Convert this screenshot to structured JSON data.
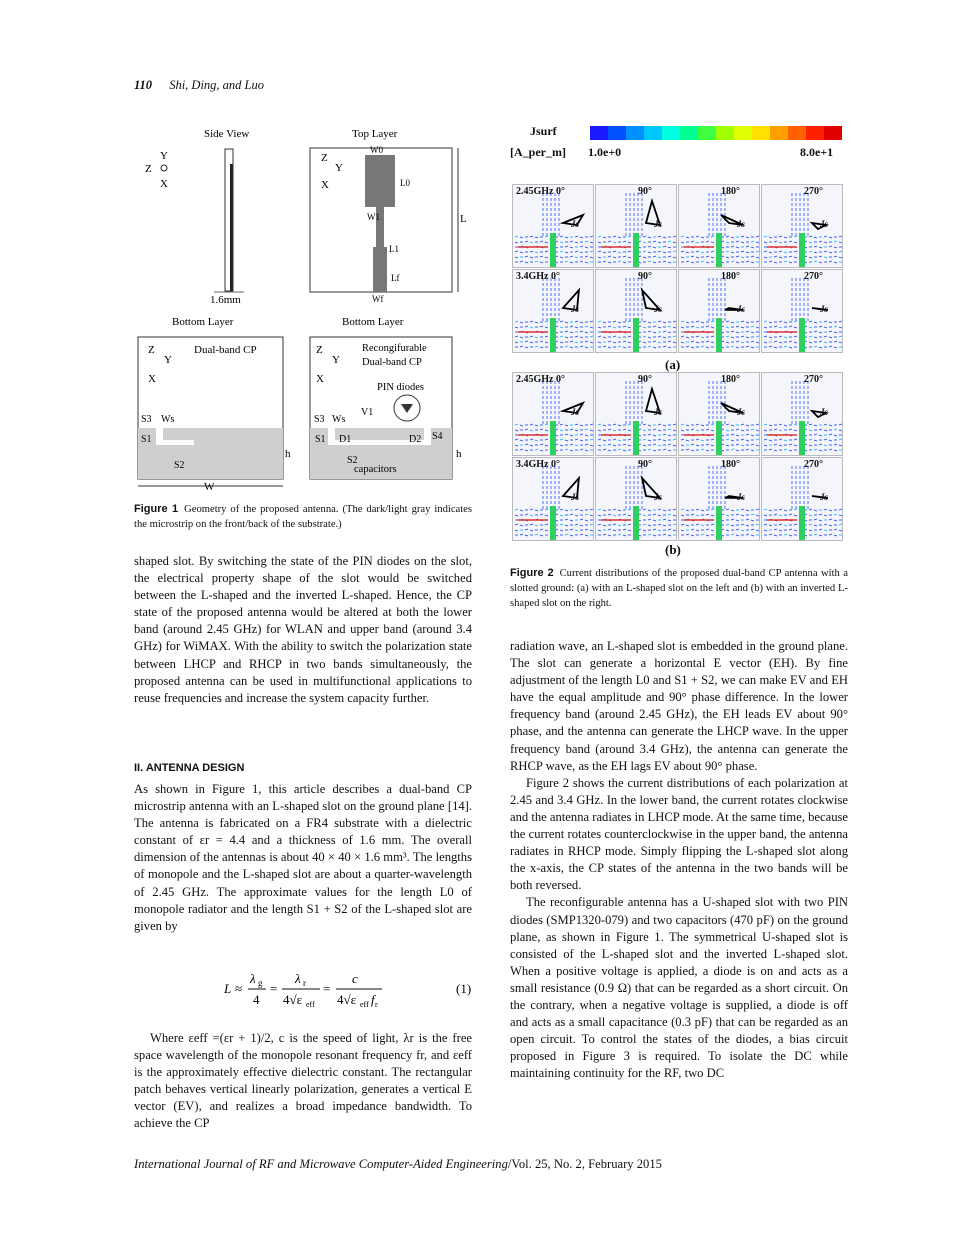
{
  "header": {
    "page_number": "110",
    "authors": "Shi, Ding, and Luo"
  },
  "figure1": {
    "labels": {
      "side_view": "Side View",
      "top_layer": "Top Layer",
      "bottom_layer_left": "Bottom Layer",
      "bottom_layer_right": "Bottom Layer",
      "dual_band_cp": "Dual-band CP",
      "reconf_line1": "Recongifurable",
      "reconf_line2": "Dual-band CP",
      "pin_diodes": "PIN diodes",
      "capacitors": "capacitors",
      "thickness": "1.6mm",
      "W0": "W0",
      "L0": "L0",
      "W1": "W1",
      "L1": "L1",
      "Lf": "Lf",
      "Wf": "Wf",
      "L": "L",
      "W": "W",
      "h": "h",
      "S1": "S1",
      "S2": "S2",
      "S3": "S3",
      "S4": "S4",
      "Ws": "Ws",
      "D1": "D1",
      "D2": "D2",
      "V1": "V1",
      "axis_z": "Z",
      "axis_y": "Y",
      "axis_x": "X"
    },
    "caption_label": "Figure 1",
    "caption_text": "Geometry of the proposed antenna. (The dark/light gray indicates the microstrip on the front/back of the substrate.)"
  },
  "figure2": {
    "colorbar": {
      "title": "Jsurf",
      "unit": "[A_per_m]",
      "min": "1.0e+0",
      "max": "8.0e+1",
      "colors": [
        "#1a1aff",
        "#0050ff",
        "#0090ff",
        "#00c8ff",
        "#00ffe0",
        "#00ff90",
        "#40ff40",
        "#a0ff00",
        "#e0ff00",
        "#ffe000",
        "#ffa000",
        "#ff6000",
        "#ff2000",
        "#e00000"
      ]
    },
    "phases": [
      "0°",
      "90°",
      "180°",
      "270°"
    ],
    "rows_a": [
      "2.45GHz",
      "3.4GHz"
    ],
    "rows_b": [
      "2.45GHz",
      "3.4GHz"
    ],
    "js_label": "Js",
    "sub_a": "(a)",
    "sub_b": "(b)",
    "caption_label": "Figure 2",
    "caption_text": "Current distributions of the proposed dual-band CP antenna with a slotted ground: (a) with an L-shaped slot on the left and (b) with an inverted L-shaped slot on the right."
  },
  "left_col": {
    "p1": "shaped slot. By switching the state of the PIN diodes on the slot, the electrical property shape of the slot would be switched between the L-shaped and the inverted L-shaped. Hence, the CP state of the proposed antenna would be altered at both the lower band (around 2.45 GHz) for WLAN and upper band (around 3.4 GHz) for WiMAX. With the ability to switch the polarization state between LHCP and RHCP in two bands simultaneously, the proposed antenna can be used in multifunctional applications to reuse frequencies and increase the system capacity further.",
    "section": "II. ANTENNA DESIGN",
    "p2": "As shown in Figure 1, this article describes a dual-band CP microstrip antenna with an L-shaped slot on the ground plane [14]. The antenna is fabricated on a FR4 substrate with a dielectric constant of εr = 4.4 and a thickness of 1.6 mm. The overall dimension of the antennas is about 40 × 40 × 1.6 mm³. The lengths of monopole and the L-shaped slot are about a quarter-wavelength of 2.45 GHz. The approximate values for the length L0 of monopole radiator and the length S1 + S2 of the L-shaped slot are given by",
    "eq_number": "(1)",
    "p3": "Where εeff =(εr + 1)/2, c is the speed of light, λr is the free space wavelength of the monopole resonant frequency fr, and εeff is the approximately effective dielectric constant. The rectangular patch behaves vertical linearly polarization, generates a vertical E vector (EV), and realizes a broad impedance bandwidth. To achieve the CP"
  },
  "right_col": {
    "p1": "radiation wave, an L-shaped slot is embedded in the ground plane. The slot can generate a horizontal E vector (EH). By fine adjustment of the length L0 and S1 + S2, we can make EV and EH have the equal amplitude and 90° phase difference. In the lower frequency band (around 2.45 GHz), the EH leads EV about 90° phase, and the antenna can generate the LHCP wave. In the upper frequency band (around 3.4 GHz), the antenna can generate the RHCP wave, as the EH lags EV about 90° phase.",
    "p2": "Figure 2 shows the current distributions of each polarization at 2.45 and 3.4 GHz. In the lower band, the current rotates clockwise and the antenna radiates in LHCP mode. At the same time, because the current rotates counterclockwise in the upper band, the antenna radiates in RHCP mode. Simply flipping the L-shaped slot along the x-axis, the CP states of the antenna in the two bands will be both reversed.",
    "p3": "The reconfigurable antenna has a U-shaped slot with two PIN diodes (SMP1320-079) and two capacitors (470 pF) on the ground plane, as shown in Figure 1. The symmetrical U-shaped slot is consisted of the L-shaped slot and the inverted L-shaped slot. When a positive voltage is applied, a diode is on and acts as a small resistance (0.9 Ω) that can be regarded as a short circuit. On the contrary, when a negative voltage is supplied, a diode is off and acts as a small capacitance (0.3 pF) that can be regarded as an open circuit. To control the states of the diodes, a bias circuit proposed in Figure 3 is required. To isolate the DC while maintaining continuity for the RF, two DC"
  },
  "footer": {
    "journal": "International Journal of RF and Microwave Computer-Aided Engineering",
    "volume": "/Vol. 25, No. 2, February 2015"
  }
}
